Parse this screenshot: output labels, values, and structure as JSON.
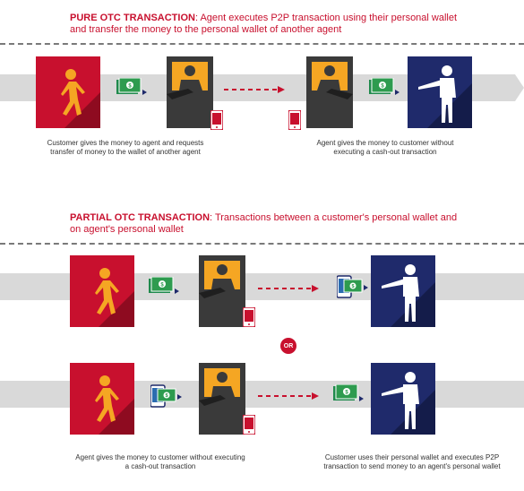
{
  "sections": {
    "pure": {
      "title_bold": "PURE OTC TRANSACTION",
      "title_rest": ": Agent executes P2P transaction using their personal wallet and transfer the money to the personal wallet of another agent",
      "caption_left": "Customer gives the money to agent and requests transfer of money to the wallet of another agent",
      "caption_right": "Agent gives the money to customer without executing a cash-out transaction"
    },
    "partial": {
      "title_bold": "PARTIAL OTC TRANSACTION",
      "title_rest": ": Transactions between a customer's personal wallet and on agent's personal wallet",
      "or_label": "OR",
      "caption_left": "Agent gives the money to customer without executing a cash-out transaction",
      "caption_right": "Customer uses their personal wallet and executes P2P transaction to send money to an agent's personal wallet"
    }
  },
  "colors": {
    "red": "#c8102e",
    "orange": "#f5a623",
    "dark": "#3a3a3a",
    "navy": "#1f2a6b",
    "green": "#2e9b4f",
    "band": "#d9d9d9"
  },
  "icons": [
    "walking-person-icon",
    "agent-at-counter-icon",
    "cash-icon",
    "mobile-phone-icon",
    "pointing-person-icon"
  ]
}
